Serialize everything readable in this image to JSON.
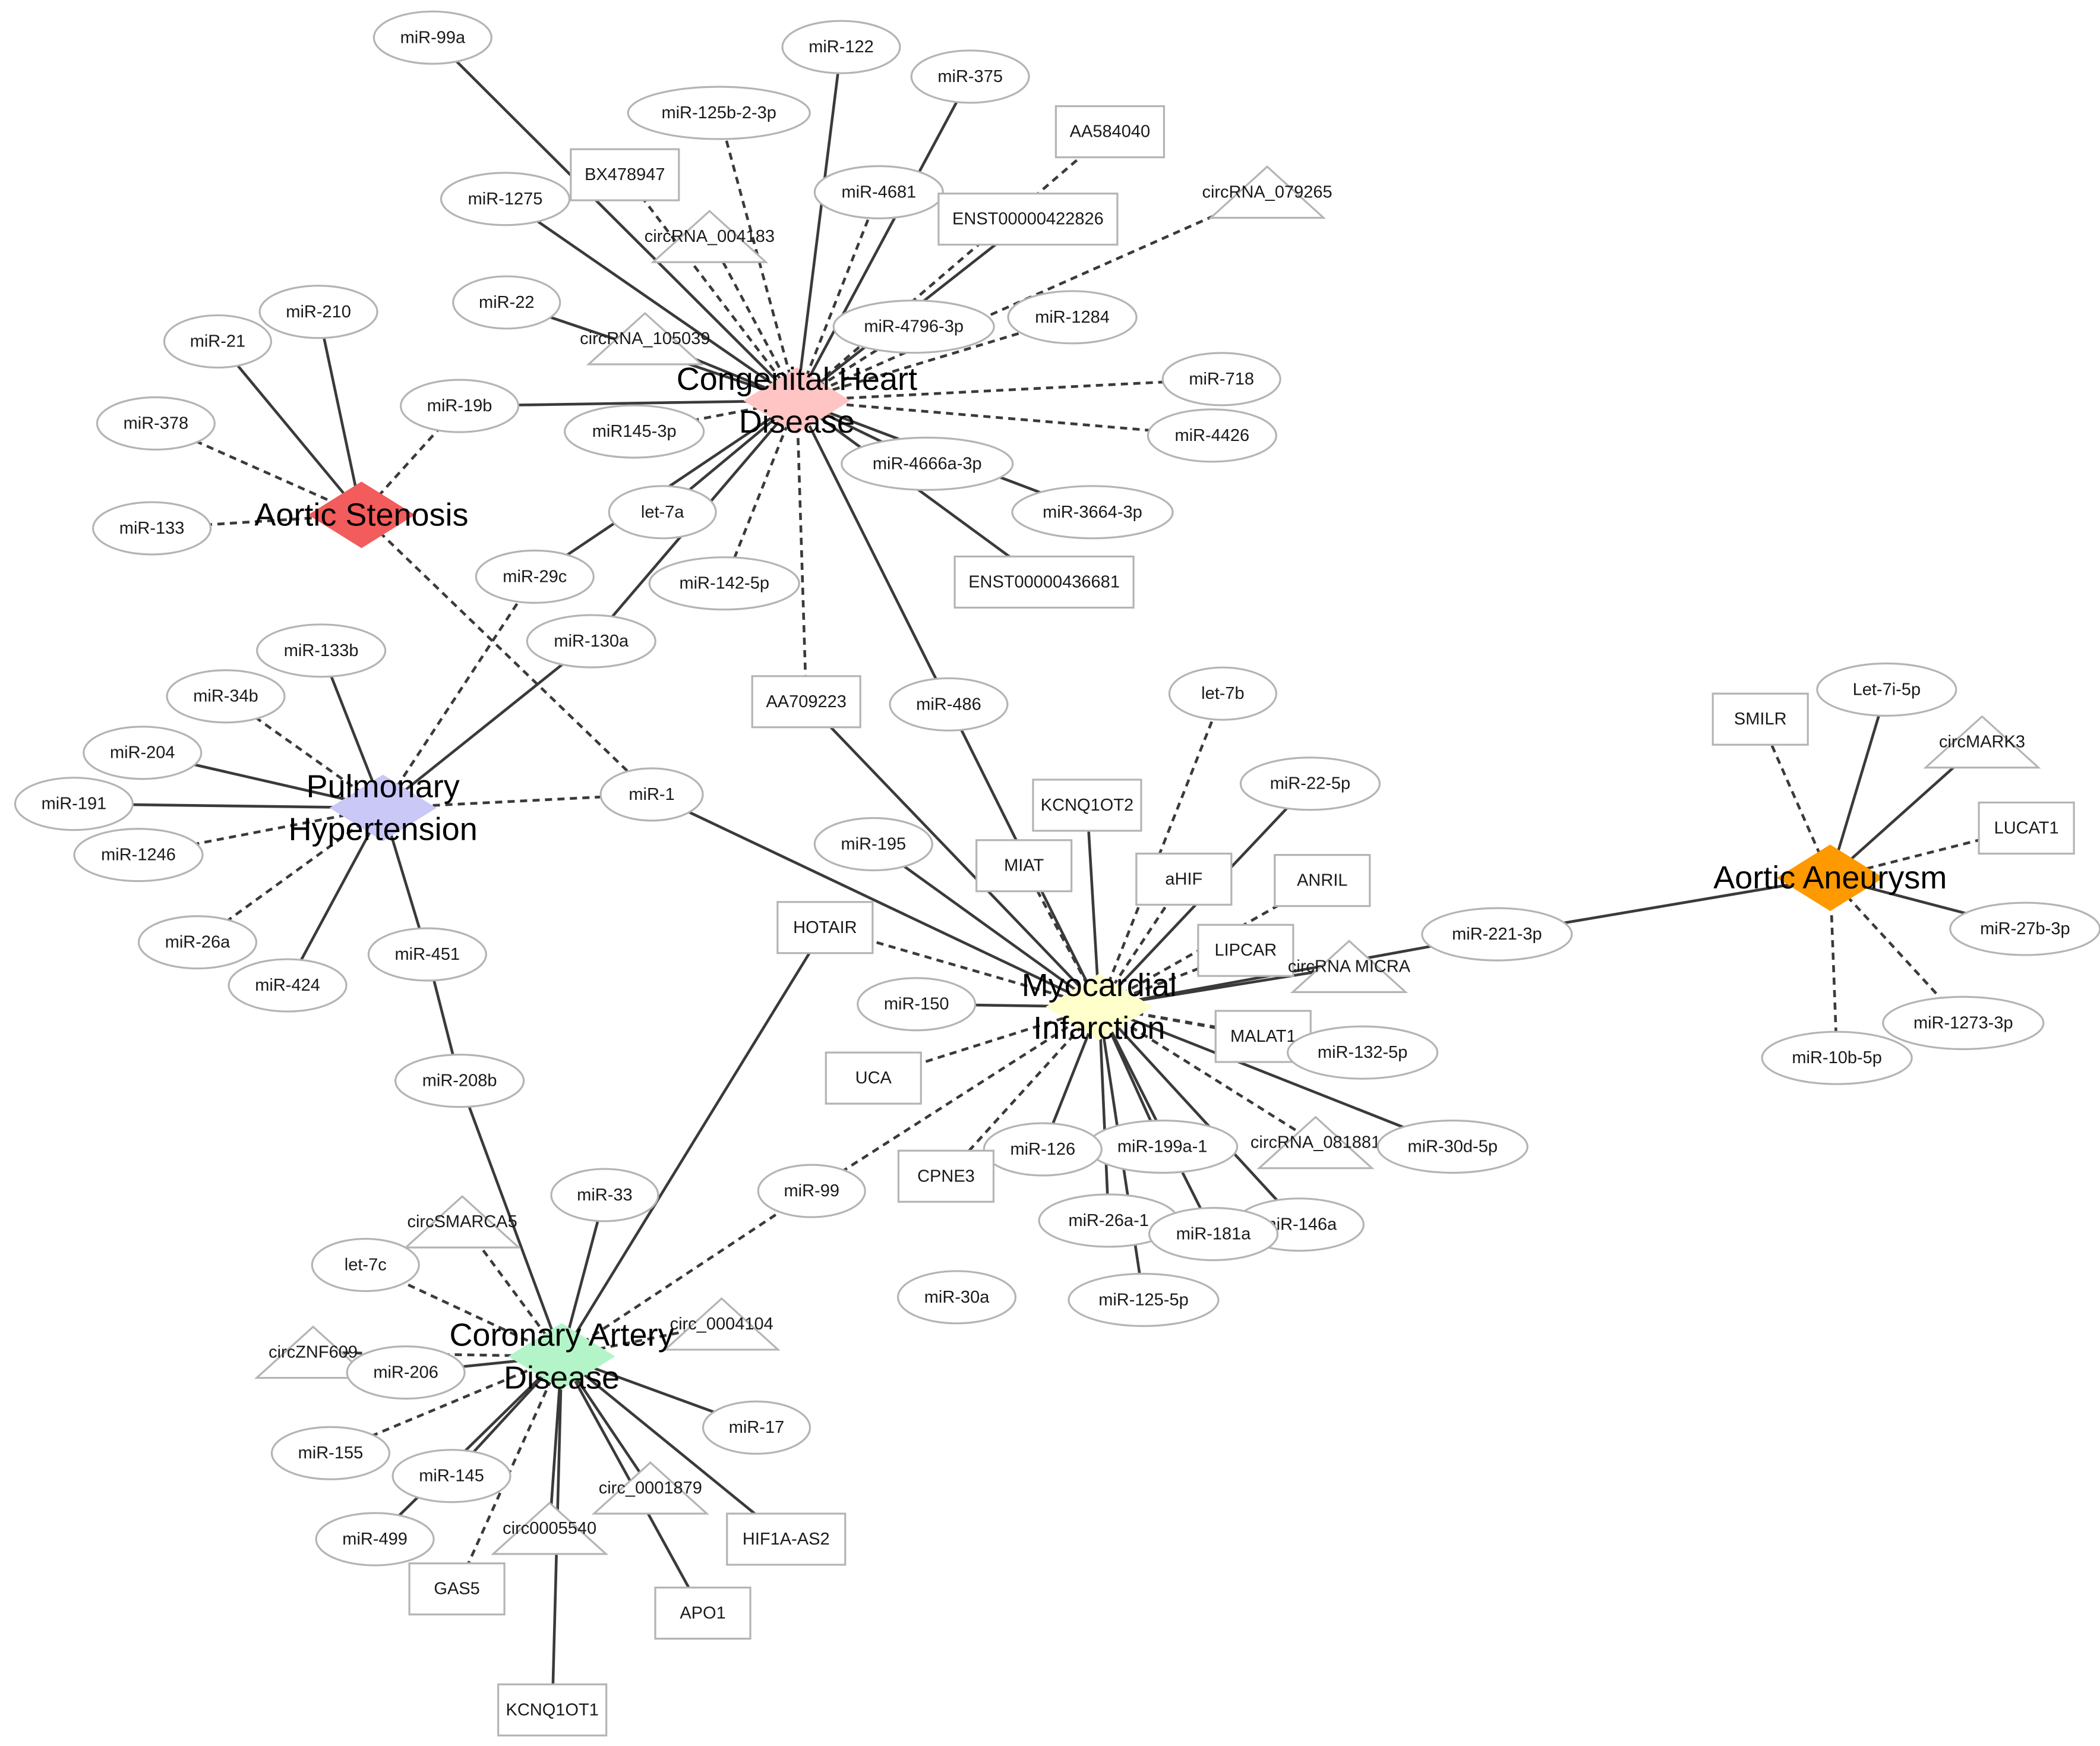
{
  "diseases": [
    {
      "id": "CHD",
      "name": "Congenital Heart Disease",
      "label_lines": [
        "Congenital Heart",
        "Disease"
      ],
      "color": "#FFC4C4"
    },
    {
      "id": "AS",
      "name": "Aortic Stenosis",
      "label_lines": [
        "Aortic Stenosis"
      ],
      "color": "#F25C5C"
    },
    {
      "id": "PH",
      "name": "Pulmonary Hypertension",
      "label_lines": [
        "Pulmonary",
        "Hypertension"
      ],
      "color": "#C9C8F7"
    },
    {
      "id": "MI",
      "name": "Myocardial Infarction",
      "label_lines": [
        "Myocardial",
        "Infarction"
      ],
      "color": "#FFFFCC"
    },
    {
      "id": "AA",
      "name": "Aortic Aneurysm",
      "label_lines": [
        "Aortic Aneurysm"
      ],
      "color": "#FF9900"
    },
    {
      "id": "CAD",
      "name": "Coronary Artery Disease",
      "label_lines": [
        "Coronary Artery",
        "Disease"
      ],
      "color": "#B3F5C8"
    }
  ],
  "node_shapes": {
    "miRNA": "ellipse",
    "lncRNA": "rectangle",
    "circRNA": "triangle"
  },
  "edge_styles": {
    "solid": "solid line",
    "dashed": "dashed line"
  },
  "nodes": [
    {
      "id": "miR-99a",
      "type": "miRNA"
    },
    {
      "id": "miR-122",
      "type": "miRNA"
    },
    {
      "id": "miR-375",
      "type": "miRNA"
    },
    {
      "id": "miR-125b-2-3p",
      "type": "miRNA"
    },
    {
      "id": "AA584040",
      "type": "lncRNA"
    },
    {
      "id": "BX478947",
      "type": "lncRNA"
    },
    {
      "id": "miR-4681",
      "type": "miRNA"
    },
    {
      "id": "miR-1275",
      "type": "miRNA"
    },
    {
      "id": "ENST00000422826",
      "type": "lncRNA"
    },
    {
      "id": "circRNA_079265",
      "type": "circRNA"
    },
    {
      "id": "circRNA_004183",
      "type": "circRNA"
    },
    {
      "id": "miR-22",
      "type": "miRNA"
    },
    {
      "id": "miR-4796-3p",
      "type": "miRNA"
    },
    {
      "id": "miR-1284",
      "type": "miRNA"
    },
    {
      "id": "circRNA_105039",
      "type": "circRNA"
    },
    {
      "id": "miR-210",
      "type": "miRNA"
    },
    {
      "id": "miR-21",
      "type": "miRNA"
    },
    {
      "id": "miR-718",
      "type": "miRNA"
    },
    {
      "id": "miR-19b",
      "type": "miRNA"
    },
    {
      "id": "miR145-3p",
      "type": "miRNA"
    },
    {
      "id": "miR-4426",
      "type": "miRNA"
    },
    {
      "id": "miR-378",
      "type": "miRNA"
    },
    {
      "id": "miR-4666a-3p",
      "type": "miRNA"
    },
    {
      "id": "let-7a",
      "type": "miRNA"
    },
    {
      "id": "miR-3664-3p",
      "type": "miRNA"
    },
    {
      "id": "miR-133",
      "type": "miRNA"
    },
    {
      "id": "miR-29c",
      "type": "miRNA"
    },
    {
      "id": "miR-142-5p",
      "type": "miRNA"
    },
    {
      "id": "ENST00000436681",
      "type": "lncRNA"
    },
    {
      "id": "miR-130a",
      "type": "miRNA"
    },
    {
      "id": "miR-133b",
      "type": "miRNA"
    },
    {
      "id": "let-7b",
      "type": "miRNA"
    },
    {
      "id": "miR-34b",
      "type": "miRNA"
    },
    {
      "id": "AA709223",
      "type": "lncRNA"
    },
    {
      "id": "miR-486",
      "type": "miRNA"
    },
    {
      "id": "SMILR",
      "type": "lncRNA"
    },
    {
      "id": "Let-7i-5p",
      "type": "miRNA"
    },
    {
      "id": "miR-204",
      "type": "miRNA"
    },
    {
      "id": "KCNQ1OT2",
      "type": "lncRNA"
    },
    {
      "id": "miR-22-5p",
      "type": "miRNA"
    },
    {
      "id": "circMARK3",
      "type": "circRNA"
    },
    {
      "id": "miR-191",
      "type": "miRNA"
    },
    {
      "id": "miR-1",
      "type": "miRNA"
    },
    {
      "id": "LUCAT1",
      "type": "lncRNA"
    },
    {
      "id": "miR-195",
      "type": "miRNA"
    },
    {
      "id": "miR-1246",
      "type": "miRNA"
    },
    {
      "id": "MIAT",
      "type": "lncRNA"
    },
    {
      "id": "aHIF",
      "type": "lncRNA"
    },
    {
      "id": "ANRIL",
      "type": "lncRNA"
    },
    {
      "id": "HOTAIR",
      "type": "lncRNA"
    },
    {
      "id": "miR-221-3p",
      "type": "miRNA"
    },
    {
      "id": "miR-27b-3p",
      "type": "miRNA"
    },
    {
      "id": "miR-26a",
      "type": "miRNA"
    },
    {
      "id": "miR-451",
      "type": "miRNA"
    },
    {
      "id": "LIPCAR",
      "type": "lncRNA"
    },
    {
      "id": "circRNA MICRA",
      "type": "circRNA"
    },
    {
      "id": "miR-424",
      "type": "miRNA"
    },
    {
      "id": "miR-150",
      "type": "miRNA"
    },
    {
      "id": "MALAT1",
      "type": "lncRNA"
    },
    {
      "id": "miR-1273-3p",
      "type": "miRNA"
    },
    {
      "id": "miR-132-5p",
      "type": "miRNA"
    },
    {
      "id": "miR-10b-5p",
      "type": "miRNA"
    },
    {
      "id": "UCA",
      "type": "lncRNA"
    },
    {
      "id": "miR-208b",
      "type": "miRNA"
    },
    {
      "id": "circRNA_081881",
      "type": "circRNA"
    },
    {
      "id": "miR-199a-1",
      "type": "miRNA"
    },
    {
      "id": "miR-126",
      "type": "miRNA"
    },
    {
      "id": "miR-30d-5p",
      "type": "miRNA"
    },
    {
      "id": "CPNE3",
      "type": "lncRNA"
    },
    {
      "id": "miR-99",
      "type": "miRNA"
    },
    {
      "id": "miR-33",
      "type": "miRNA"
    },
    {
      "id": "circSMARCA5",
      "type": "circRNA"
    },
    {
      "id": "miR-26a-1",
      "type": "miRNA"
    },
    {
      "id": "miR-146a",
      "type": "miRNA"
    },
    {
      "id": "miR-181a",
      "type": "miRNA"
    },
    {
      "id": "let-7c",
      "type": "miRNA"
    },
    {
      "id": "miR-30a",
      "type": "miRNA"
    },
    {
      "id": "miR-125-5p",
      "type": "miRNA"
    },
    {
      "id": "circ_0004104",
      "type": "circRNA"
    },
    {
      "id": "circZNF609",
      "type": "circRNA"
    },
    {
      "id": "miR-206",
      "type": "miRNA"
    },
    {
      "id": "miR-17",
      "type": "miRNA"
    },
    {
      "id": "miR-155",
      "type": "miRNA"
    },
    {
      "id": "miR-145",
      "type": "miRNA"
    },
    {
      "id": "circ_0001879",
      "type": "circRNA"
    },
    {
      "id": "circ0005540",
      "type": "circRNA"
    },
    {
      "id": "HIF1A-AS2",
      "type": "lncRNA"
    },
    {
      "id": "miR-499",
      "type": "miRNA"
    },
    {
      "id": "GAS5",
      "type": "lncRNA"
    },
    {
      "id": "APO1",
      "type": "lncRNA"
    },
    {
      "id": "KCNQ1OT1",
      "type": "lncRNA"
    }
  ],
  "edges": [
    {
      "source": "CHD",
      "target": "miR-99a",
      "style": "solid"
    },
    {
      "source": "CHD",
      "target": "miR-122",
      "style": "solid"
    },
    {
      "source": "CHD",
      "target": "miR-375",
      "style": "solid"
    },
    {
      "source": "CHD",
      "target": "miR-125b-2-3p",
      "style": "dashed"
    },
    {
      "source": "CHD",
      "target": "AA584040",
      "style": "dashed"
    },
    {
      "source": "CHD",
      "target": "BX478947",
      "style": "dashed"
    },
    {
      "source": "CHD",
      "target": "miR-4681",
      "style": "dashed"
    },
    {
      "source": "CHD",
      "target": "miR-1275",
      "style": "solid"
    },
    {
      "source": "CHD",
      "target": "ENST00000422826",
      "style": "solid"
    },
    {
      "source": "CHD",
      "target": "circRNA_079265",
      "style": "dashed"
    },
    {
      "source": "CHD",
      "target": "circRNA_004183",
      "style": "dashed"
    },
    {
      "source": "CHD",
      "target": "miR-22",
      "style": "solid"
    },
    {
      "source": "CHD",
      "target": "miR-4796-3p",
      "style": "dashed"
    },
    {
      "source": "CHD",
      "target": "miR-1284",
      "style": "dashed"
    },
    {
      "source": "CHD",
      "target": "circRNA_105039",
      "style": "solid"
    },
    {
      "source": "CHD",
      "target": "miR-718",
      "style": "dashed"
    },
    {
      "source": "CHD",
      "target": "miR-19b",
      "style": "solid"
    },
    {
      "source": "CHD",
      "target": "miR145-3p",
      "style": "dashed"
    },
    {
      "source": "CHD",
      "target": "miR-4426",
      "style": "dashed"
    },
    {
      "source": "CHD",
      "target": "miR-4666a-3p",
      "style": "solid"
    },
    {
      "source": "CHD",
      "target": "let-7a",
      "style": "solid"
    },
    {
      "source": "CHD",
      "target": "miR-3664-3p",
      "style": "solid"
    },
    {
      "source": "CHD",
      "target": "miR-29c",
      "style": "solid"
    },
    {
      "source": "CHD",
      "target": "miR-142-5p",
      "style": "dashed"
    },
    {
      "source": "CHD",
      "target": "ENST00000436681",
      "style": "solid"
    },
    {
      "source": "CHD",
      "target": "miR-130a",
      "style": "solid"
    },
    {
      "source": "CHD",
      "target": "AA709223",
      "style": "dashed"
    },
    {
      "source": "CHD",
      "target": "miR-486",
      "style": "solid"
    },
    {
      "source": "AS",
      "target": "miR-210",
      "style": "solid"
    },
    {
      "source": "AS",
      "target": "miR-21",
      "style": "solid"
    },
    {
      "source": "AS",
      "target": "miR-19b",
      "style": "dashed"
    },
    {
      "source": "AS",
      "target": "miR-378",
      "style": "dashed"
    },
    {
      "source": "AS",
      "target": "miR-133",
      "style": "dashed"
    },
    {
      "source": "AS",
      "target": "miR-1",
      "style": "dashed"
    },
    {
      "source": "PH",
      "target": "miR-29c",
      "style": "dashed"
    },
    {
      "source": "PH",
      "target": "miR-130a",
      "style": "solid"
    },
    {
      "source": "PH",
      "target": "miR-133b",
      "style": "solid"
    },
    {
      "source": "PH",
      "target": "miR-34b",
      "style": "dashed"
    },
    {
      "source": "PH",
      "target": "miR-204",
      "style": "solid"
    },
    {
      "source": "PH",
      "target": "miR-191",
      "style": "solid"
    },
    {
      "source": "PH",
      "target": "miR-1",
      "style": "dashed"
    },
    {
      "source": "PH",
      "target": "miR-1246",
      "style": "dashed"
    },
    {
      "source": "PH",
      "target": "miR-26a",
      "style": "dashed"
    },
    {
      "source": "PH",
      "target": "miR-424",
      "style": "solid"
    },
    {
      "source": "PH",
      "target": "miR-451",
      "style": "solid"
    },
    {
      "source": "MI",
      "target": "AA709223",
      "style": "solid"
    },
    {
      "source": "MI",
      "target": "miR-486",
      "style": "solid"
    },
    {
      "source": "MI",
      "target": "let-7b",
      "style": "dashed"
    },
    {
      "source": "MI",
      "target": "KCNQ1OT2",
      "style": "solid"
    },
    {
      "source": "MI",
      "target": "miR-22-5p",
      "style": "solid"
    },
    {
      "source": "MI",
      "target": "miR-1",
      "style": "solid"
    },
    {
      "source": "MI",
      "target": "miR-195",
      "style": "solid"
    },
    {
      "source": "MI",
      "target": "MIAT",
      "style": "dashed"
    },
    {
      "source": "MI",
      "target": "aHIF",
      "style": "dashed"
    },
    {
      "source": "MI",
      "target": "ANRIL",
      "style": "dashed"
    },
    {
      "source": "MI",
      "target": "HOTAIR",
      "style": "dashed"
    },
    {
      "source": "MI",
      "target": "miR-221-3p",
      "style": "solid"
    },
    {
      "source": "MI",
      "target": "LIPCAR",
      "style": "dashed"
    },
    {
      "source": "MI",
      "target": "circRNA MICRA",
      "style": "solid"
    },
    {
      "source": "MI",
      "target": "miR-150",
      "style": "solid"
    },
    {
      "source": "MI",
      "target": "MALAT1",
      "style": "dashed"
    },
    {
      "source": "MI",
      "target": "miR-132-5p",
      "style": "dashed"
    },
    {
      "source": "MI",
      "target": "UCA",
      "style": "dashed"
    },
    {
      "source": "MI",
      "target": "circRNA_081881",
      "style": "dashed"
    },
    {
      "source": "MI",
      "target": "miR-199a-1",
      "style": "solid"
    },
    {
      "source": "MI",
      "target": "miR-126",
      "style": "solid"
    },
    {
      "source": "MI",
      "target": "miR-30d-5p",
      "style": "solid"
    },
    {
      "source": "MI",
      "target": "CPNE3",
      "style": "dashed"
    },
    {
      "source": "MI",
      "target": "miR-99",
      "style": "dashed"
    },
    {
      "source": "MI",
      "target": "miR-26a-1",
      "style": "solid"
    },
    {
      "source": "MI",
      "target": "miR-146a",
      "style": "solid"
    },
    {
      "source": "MI",
      "target": "miR-181a",
      "style": "solid"
    },
    {
      "source": "MI",
      "target": "miR-125-5p",
      "style": "solid"
    },
    {
      "source": "AA",
      "target": "SMILR",
      "style": "dashed"
    },
    {
      "source": "AA",
      "target": "Let-7i-5p",
      "style": "solid"
    },
    {
      "source": "AA",
      "target": "circMARK3",
      "style": "solid"
    },
    {
      "source": "AA",
      "target": "LUCAT1",
      "style": "dashed"
    },
    {
      "source": "AA",
      "target": "miR-221-3p",
      "style": "solid"
    },
    {
      "source": "AA",
      "target": "miR-27b-3p",
      "style": "solid"
    },
    {
      "source": "AA",
      "target": "miR-1273-3p",
      "style": "dashed"
    },
    {
      "source": "AA",
      "target": "miR-10b-5p",
      "style": "dashed"
    },
    {
      "source": "CAD",
      "target": "HOTAIR",
      "style": "solid"
    },
    {
      "source": "CAD",
      "target": "miR-208b",
      "style": "solid"
    },
    {
      "source": "CAD",
      "target": "miR-99",
      "style": "dashed"
    },
    {
      "source": "CAD",
      "target": "miR-33",
      "style": "solid"
    },
    {
      "source": "CAD",
      "target": "circSMARCA5",
      "style": "dashed"
    },
    {
      "source": "CAD",
      "target": "let-7c",
      "style": "dashed"
    },
    {
      "source": "CAD",
      "target": "circ_0004104",
      "style": "dashed"
    },
    {
      "source": "CAD",
      "target": "circZNF609",
      "style": "dashed"
    },
    {
      "source": "CAD",
      "target": "miR-206",
      "style": "solid"
    },
    {
      "source": "CAD",
      "target": "miR-17",
      "style": "solid"
    },
    {
      "source": "CAD",
      "target": "miR-155",
      "style": "dashed"
    },
    {
      "source": "CAD",
      "target": "miR-145",
      "style": "solid"
    },
    {
      "source": "CAD",
      "target": "circ_0001879",
      "style": "solid"
    },
    {
      "source": "CAD",
      "target": "circ0005540",
      "style": "solid"
    },
    {
      "source": "CAD",
      "target": "HIF1A-AS2",
      "style": "solid"
    },
    {
      "source": "CAD",
      "target": "miR-499",
      "style": "solid"
    },
    {
      "source": "CAD",
      "target": "GAS5",
      "style": "dashed"
    },
    {
      "source": "CAD",
      "target": "APO1",
      "style": "solid"
    },
    {
      "source": "CAD",
      "target": "KCNQ1OT1",
      "style": "solid"
    },
    {
      "source": "miR-451",
      "target": "miR-208b",
      "style": "solid"
    }
  ]
}
